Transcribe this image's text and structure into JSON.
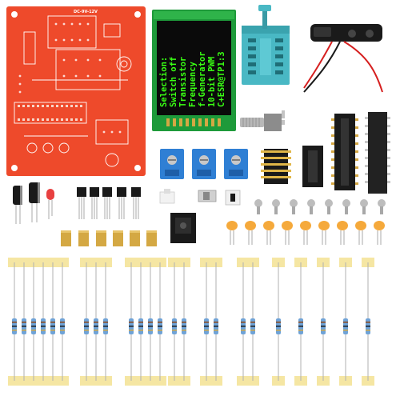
{
  "pcb": {
    "label": "DC-9V-12V"
  },
  "lcd": {
    "lines": [
      "Selection:",
      "Switch off",
      "Transistor",
      "Frequency",
      "f-Generator",
      "10-bit PWM",
      "C+ESR@TP1:3"
    ]
  },
  "colors": {
    "pcb": "#ee4a2b",
    "lcd_screen": "#0a0a0a",
    "lcd_text": "#39ff14",
    "lcd_frame": "#1e9a3a",
    "zif_socket": "#49b8c4",
    "terminal_blocks": "#2f7fd4",
    "resistor_tape": "#f5e6a3",
    "resistor_body": "#6fa3d8",
    "capacitor": "#f5a93b",
    "gold_pins": "#d4a843",
    "battery_clip": "#1a1a1a"
  },
  "icons": [
    "pcb-board",
    "lcd-module",
    "zif-socket",
    "battery-clip",
    "potentiometer",
    "terminal-block",
    "pin-header",
    "ic-socket",
    "ic-chip",
    "electrolytic-capacitor",
    "led",
    "transistor",
    "jumper",
    "slide-switch",
    "dc-jack",
    "screw",
    "ceramic-capacitor",
    "standoff",
    "resistor"
  ]
}
